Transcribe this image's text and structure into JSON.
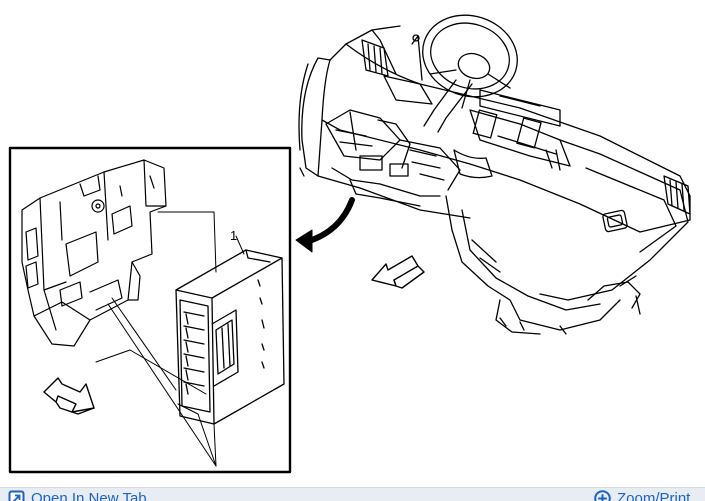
{
  "figure": {
    "callout_number": "1"
  },
  "bottom_bar": {
    "open_in_new_tab": "Open In New Tab",
    "zoom_print": "Zoom/Print"
  },
  "colors": {
    "link": "#1b62c4",
    "bar_background": "#e8edf3",
    "line_art": "#000000"
  }
}
